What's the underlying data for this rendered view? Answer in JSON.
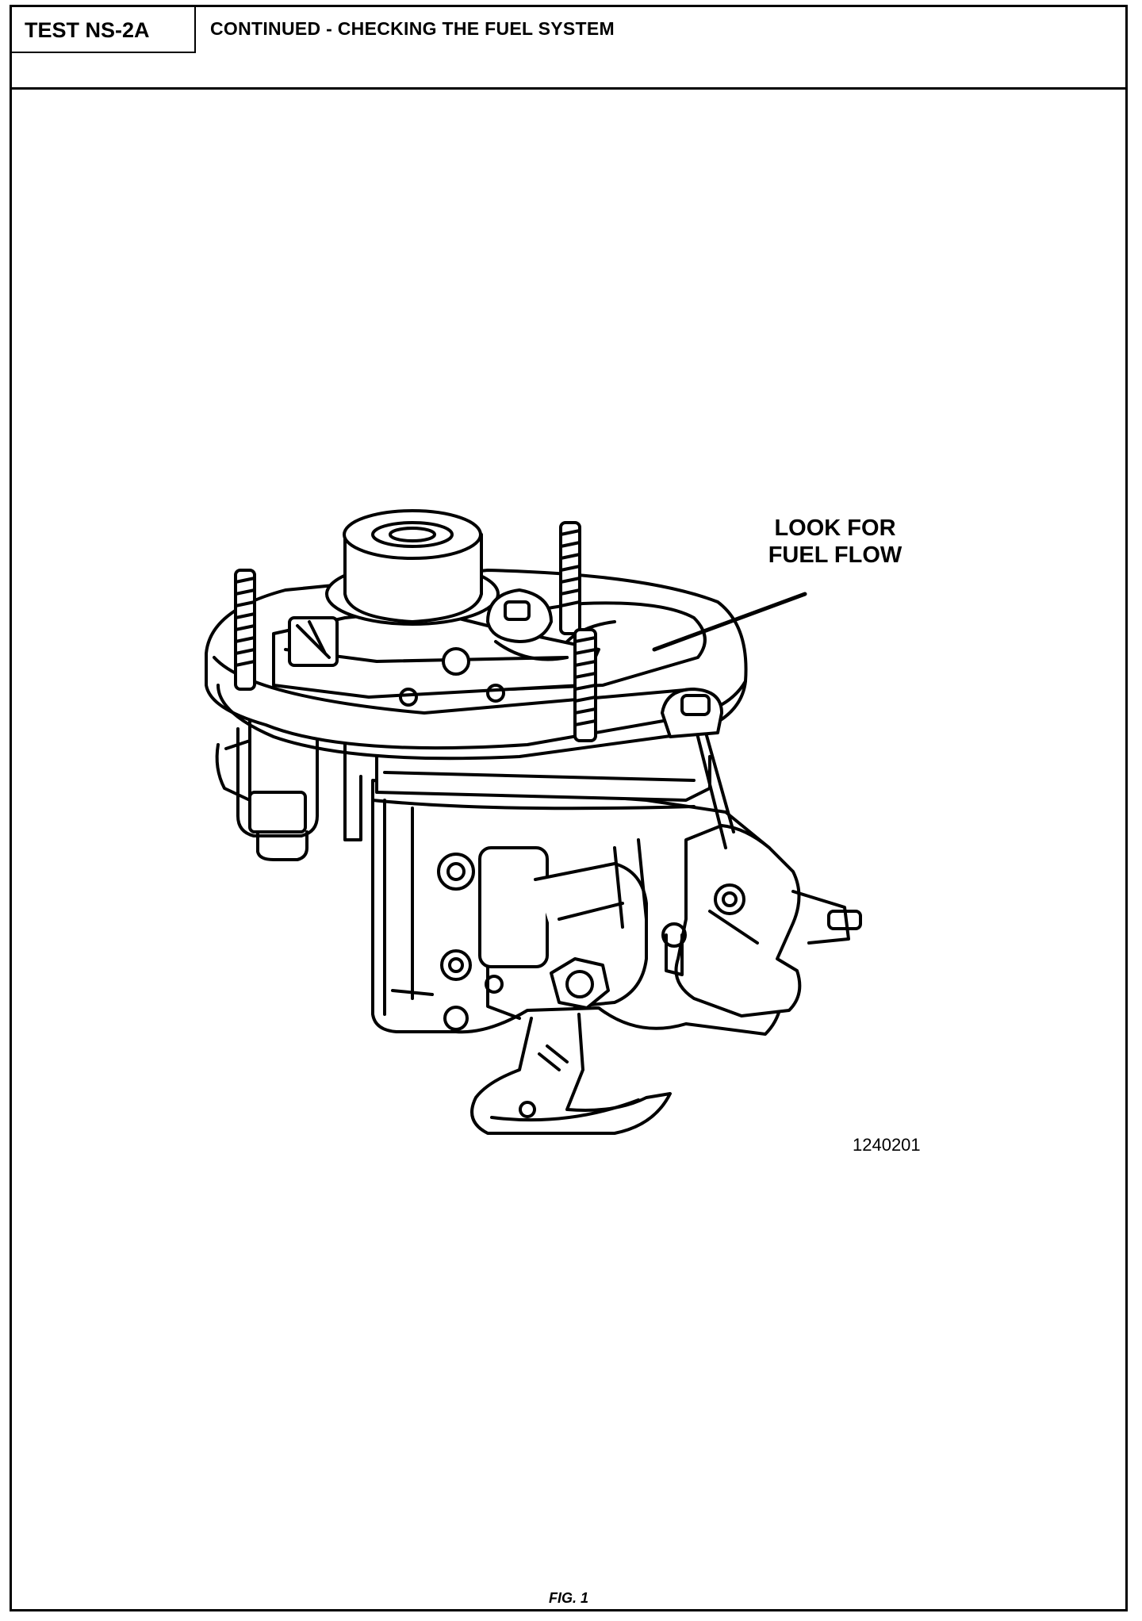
{
  "header": {
    "test_id": "TEST NS-2A",
    "title": "CONTINUED - CHECKING THE FUEL SYSTEM"
  },
  "figure": {
    "callout_line1": "LOOK FOR",
    "callout_line2": "FUEL FLOW",
    "part_number": "1240201",
    "caption": "FIG. 1"
  }
}
